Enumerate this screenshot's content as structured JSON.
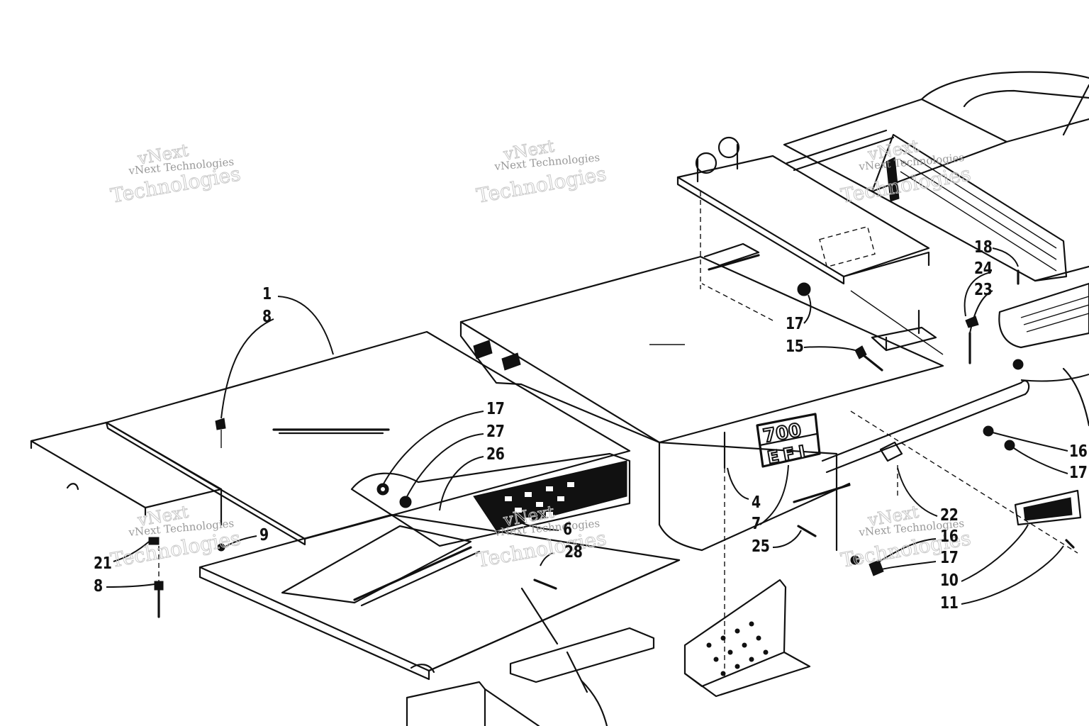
{
  "watermark": {
    "line1": "vNext Technologies",
    "line2": "vNext",
    "line3": "Technologies"
  },
  "decal": {
    "line1": "700",
    "line2": "EFI"
  },
  "callouts": [
    {
      "id": "c1",
      "text": "1"
    },
    {
      "id": "c2",
      "text": "8"
    },
    {
      "id": "c3",
      "text": "17"
    },
    {
      "id": "c4",
      "text": "27"
    },
    {
      "id": "c5",
      "text": "26"
    },
    {
      "id": "c6",
      "text": "6"
    },
    {
      "id": "c7",
      "text": "28"
    },
    {
      "id": "c8",
      "text": "9"
    },
    {
      "id": "c9",
      "text": "21"
    },
    {
      "id": "c10",
      "text": "8"
    },
    {
      "id": "c11",
      "text": "4"
    },
    {
      "id": "c12",
      "text": "7"
    },
    {
      "id": "c13",
      "text": "25"
    },
    {
      "id": "c14",
      "text": "18"
    },
    {
      "id": "c15",
      "text": "24"
    },
    {
      "id": "c16",
      "text": "23"
    },
    {
      "id": "c17",
      "text": "17"
    },
    {
      "id": "c18",
      "text": "15"
    },
    {
      "id": "c19",
      "text": "16"
    },
    {
      "id": "c20",
      "text": "17"
    },
    {
      "id": "c21",
      "text": "22"
    },
    {
      "id": "c22",
      "text": "16"
    },
    {
      "id": "c23",
      "text": "17"
    },
    {
      "id": "c24",
      "text": "10"
    },
    {
      "id": "c25",
      "text": "11"
    }
  ]
}
